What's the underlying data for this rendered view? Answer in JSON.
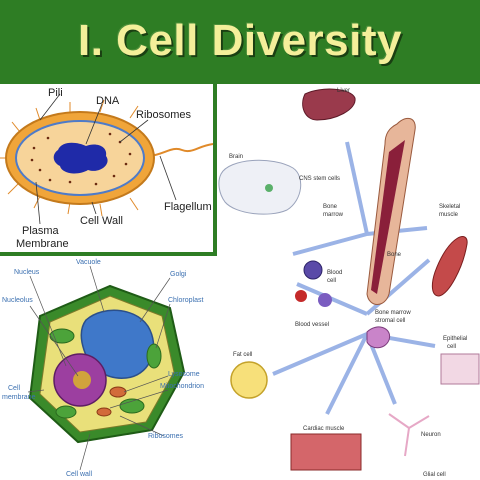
{
  "slide": {
    "title": "I. Cell Diversity"
  },
  "colors": {
    "banner": "#2e7d24",
    "title": "#f4ef9a",
    "prokaryote_body": "#f0a53a",
    "plant_wall": "#3a8a2a",
    "arrow": "#9bb3e6"
  },
  "prokaryote": {
    "labels": {
      "pili": "Pili",
      "dna": "DNA",
      "ribosomes": "Ribosomes",
      "flagellum": "Flagellum",
      "plasma_membrane_1": "Plasma",
      "plasma_membrane_2": "Membrane",
      "cell_wall": "Cell Wall"
    }
  },
  "plant_cell": {
    "labels": {
      "nucleus": "Nucleus",
      "vacuole": "Vacuole",
      "golgi": "Golgi",
      "nucleolus": "Nucleolus",
      "chloroplast": "Chloroplast",
      "cell_membrane_1": "Cell",
      "cell_membrane_2": "membrane",
      "lysosome": "Lysosome",
      "mitochondrion": "Mitochondrion",
      "ribosomes": "Ribosomes",
      "cell_wall": "Cell wall"
    }
  },
  "stem_cells": {
    "labels": {
      "liver": "Liver",
      "brain": "Brain",
      "cns_stem_cells": "CNS stem cells",
      "bone_marrow_1": "Bone",
      "bone_marrow_2": "marrow",
      "bone": "Bone",
      "blood_cell_1": "Blood",
      "blood_cell_2": "cell",
      "blood_vessel": "Blood vessel",
      "stromal_1": "Bone marrow",
      "stromal_2": "stromal cell",
      "skeletal_1": "Skeletal",
      "skeletal_2": "muscle",
      "epithelial_1": "Epithelial",
      "epithelial_2": "cell",
      "fat_cell": "Fat cell",
      "cardiac_muscle": "Cardiac muscle",
      "neuron": "Neuron",
      "glial_cell": "Glial cell"
    }
  }
}
